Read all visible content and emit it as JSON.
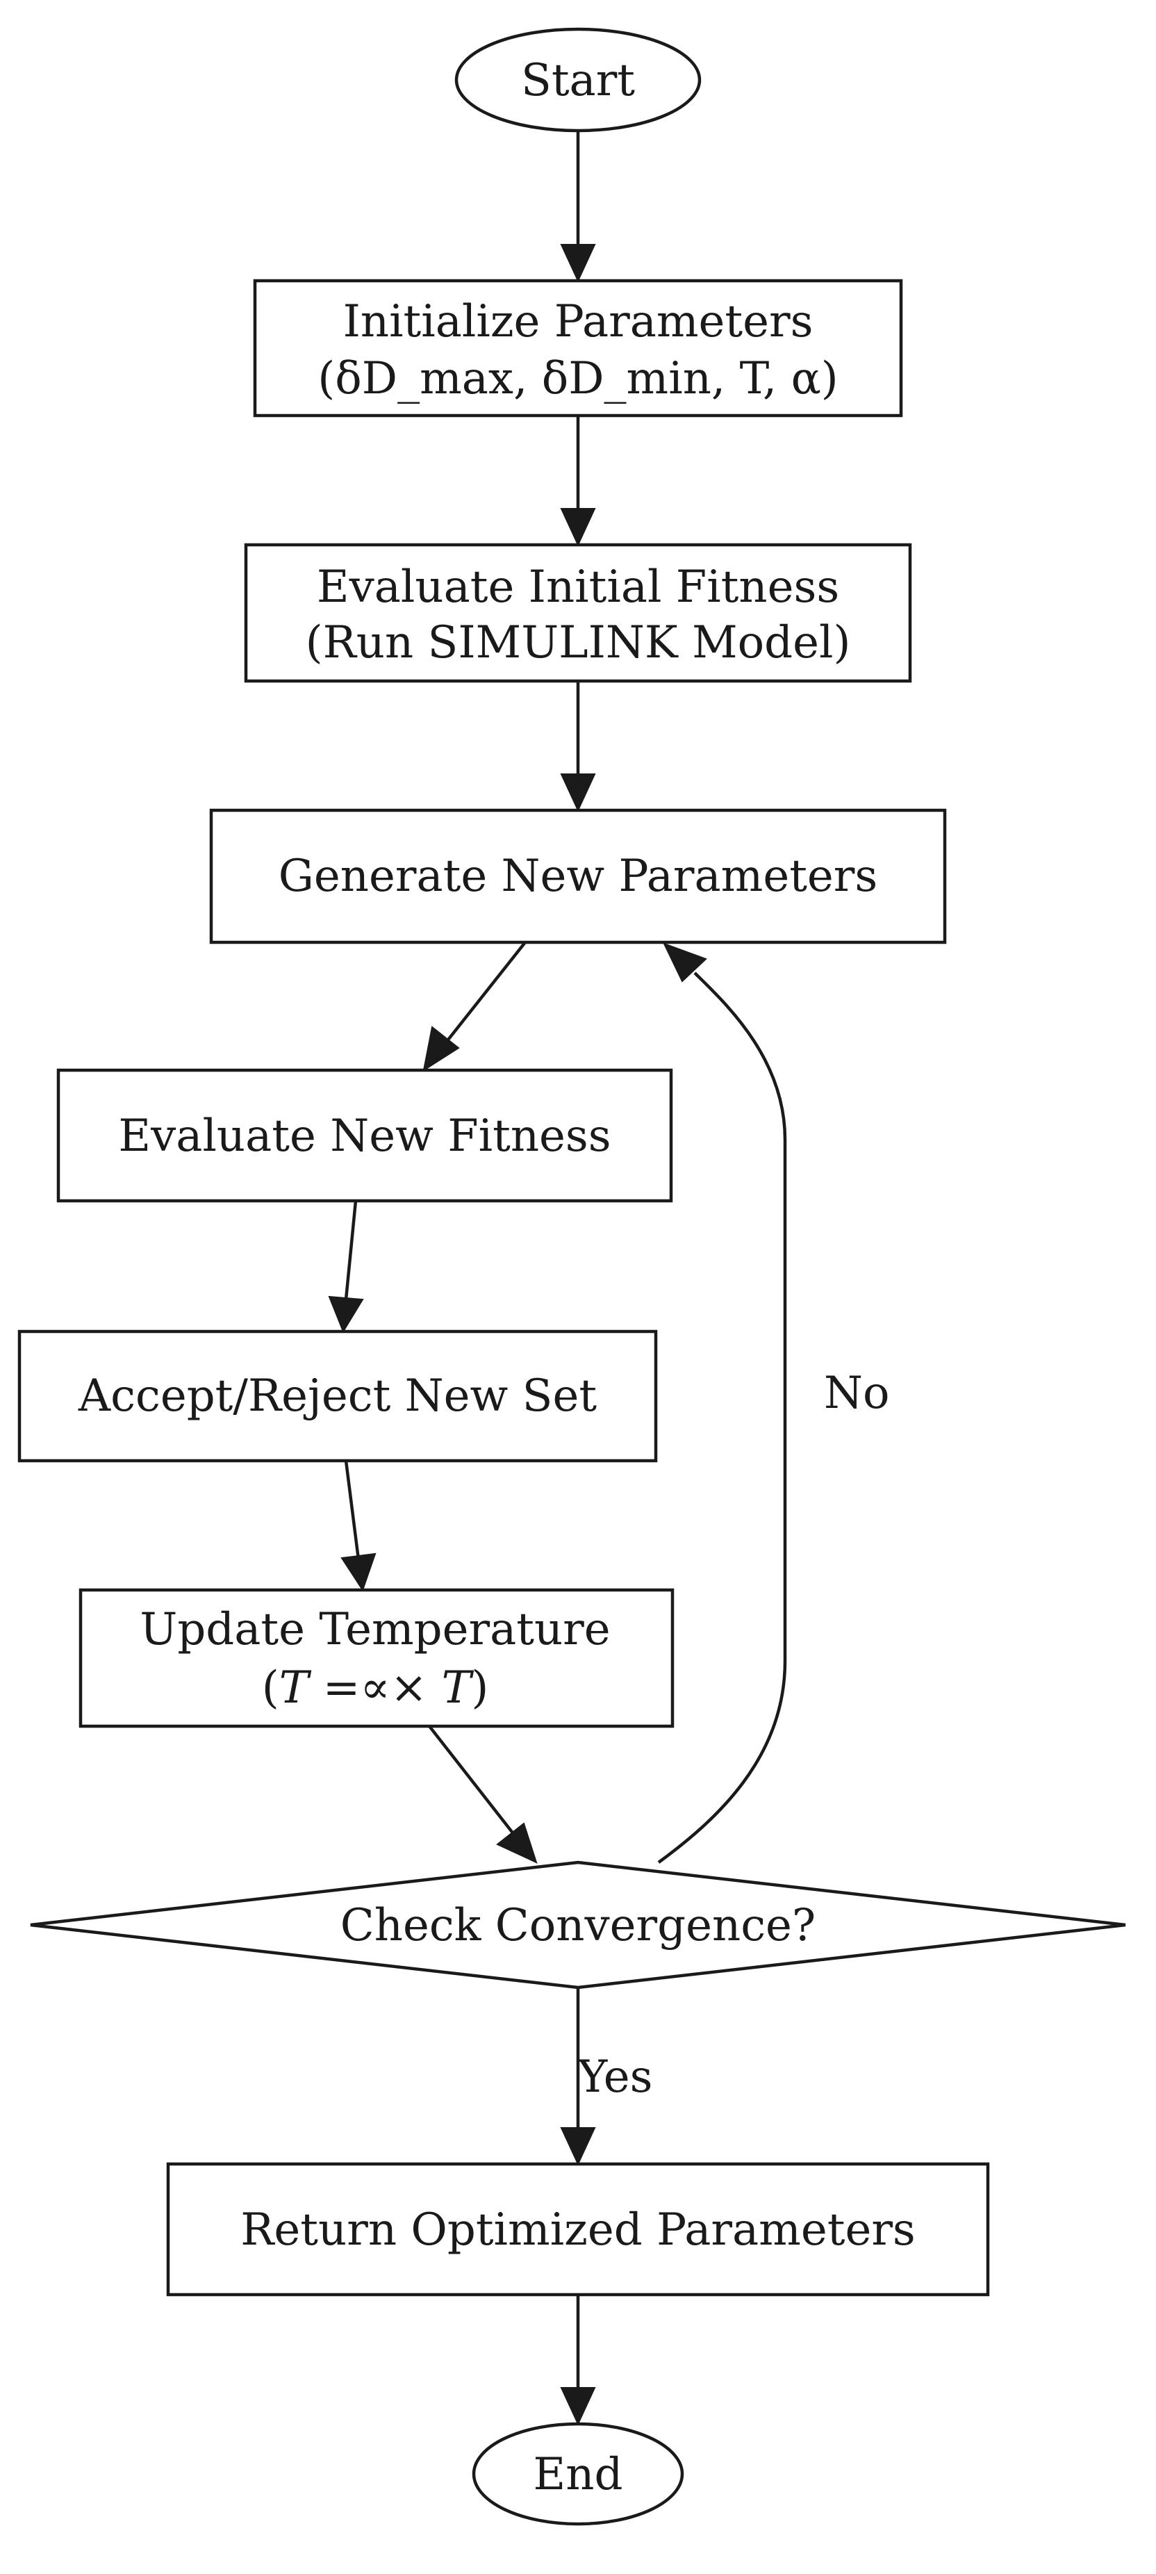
{
  "diagram": {
    "nodes": {
      "start": {
        "label": "Start"
      },
      "init": {
        "line1": "Initialize Parameters",
        "line2": "(δD_max, δD_min, T, α)"
      },
      "eval_initial": {
        "line1": "Evaluate Initial Fitness",
        "line2": "(Run SIMULINK Model)"
      },
      "generate": {
        "label": "Generate New Parameters"
      },
      "eval_new": {
        "label": "Evaluate New Fitness"
      },
      "accept": {
        "label": "Accept/Reject New Set"
      },
      "update": {
        "line1": "Update Temperature",
        "formula": {
          "open": "(",
          "t1": "T",
          "eq": " =∝× ",
          "t2": "T",
          "close": ")"
        }
      },
      "check": {
        "label": "Check Convergence?"
      },
      "return": {
        "label": "Return Optimized Parameters"
      },
      "end": {
        "label": "End"
      }
    },
    "edges": {
      "no_label": "No",
      "yes_label": "Yes"
    }
  }
}
